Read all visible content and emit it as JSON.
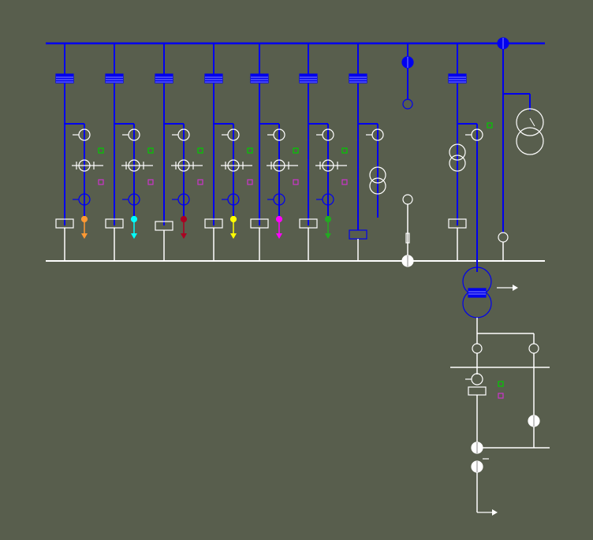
{
  "diagram": {
    "background": "#585e4d",
    "colors": {
      "main_bus": "#0000ee",
      "secondary_bus": "#ffffff",
      "indicator_green": "#00cc00",
      "indicator_magenta": "#cc33cc"
    },
    "feeders": [
      {
        "id": "feeder-1",
        "load_color": "#ff9933",
        "has_earthing_switch": true,
        "has_ct": true
      },
      {
        "id": "feeder-2",
        "load_color": "#00ffff",
        "has_earthing_switch": true,
        "has_ct": true
      },
      {
        "id": "feeder-3",
        "load_color": "#aa0022",
        "has_earthing_switch": true,
        "has_ct": true
      },
      {
        "id": "feeder-4",
        "load_color": "#ffff00",
        "has_earthing_switch": true,
        "has_ct": true
      },
      {
        "id": "feeder-5",
        "load_color": "#ff00ff",
        "has_earthing_switch": true,
        "has_ct": true
      },
      {
        "id": "feeder-6",
        "load_color": "#22aa22",
        "has_earthing_switch": true,
        "has_ct": true
      }
    ],
    "special_bays": [
      "voltage-transformer-bay",
      "bus-coupler-bay",
      "transformer-incomer-bay",
      "station-transformer-bay"
    ],
    "secondary_section": [
      "step-down-transformer",
      "lv-busbar",
      "lv-incomer-breaker",
      "lv-outgoing-feeder"
    ]
  }
}
